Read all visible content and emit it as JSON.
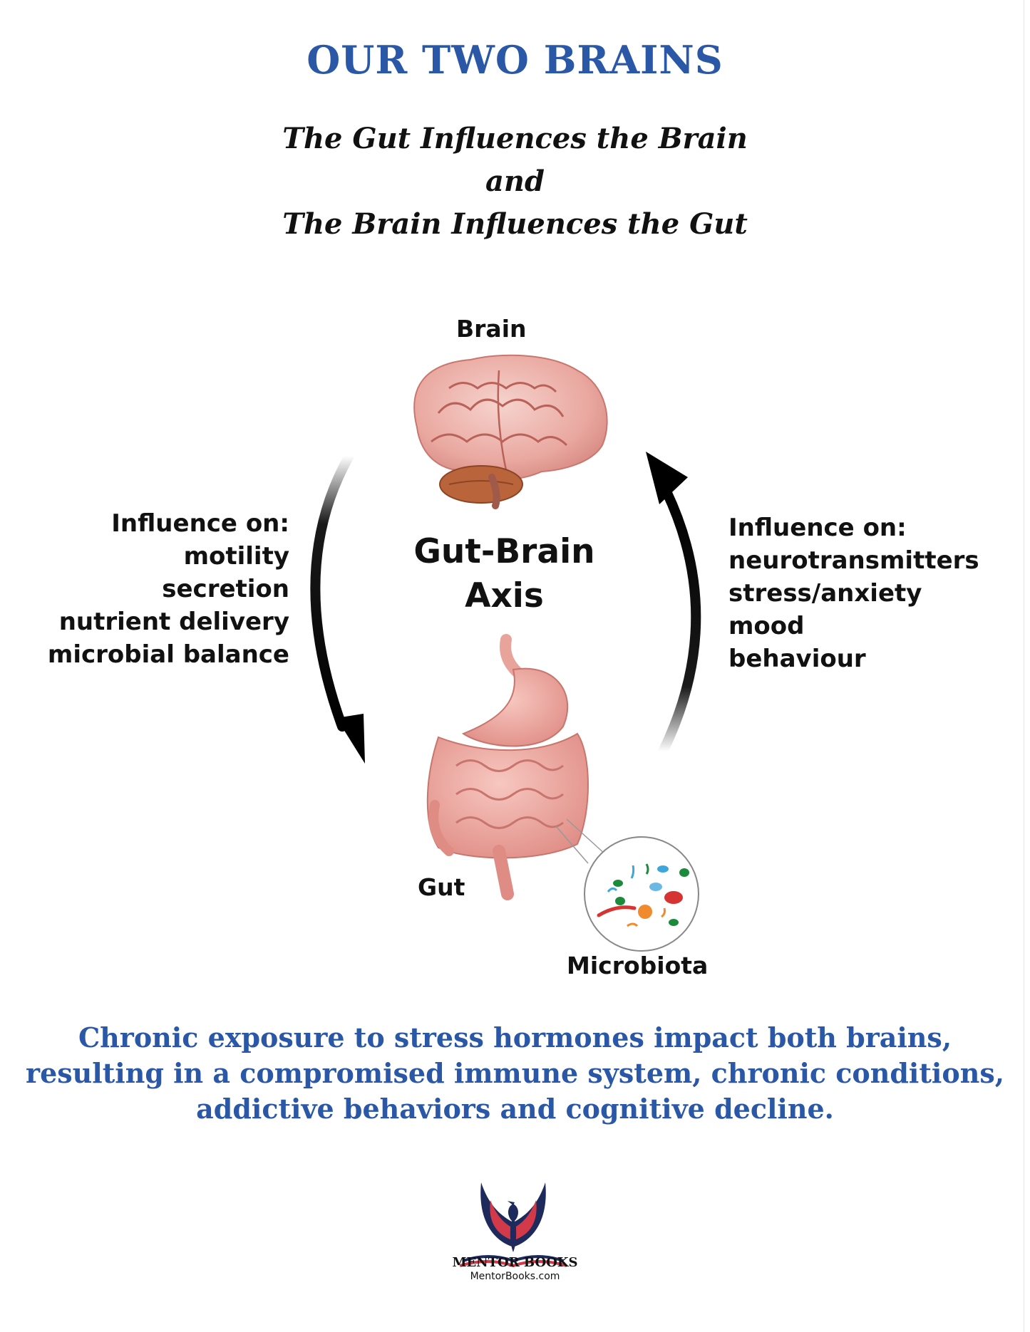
{
  "title": "OUR TWO BRAINS",
  "subtitle": [
    "The Gut Influences the Brain",
    "and",
    "The Brain Influences the Gut"
  ],
  "diagram": {
    "brain_label": "Brain",
    "center_label": [
      "Gut-Brain",
      "Axis"
    ],
    "gut_label": "Gut",
    "microbiota_label": "Microbiota",
    "left_influence": [
      "Influence on:",
      "motility",
      "secretion",
      "nutrient delivery",
      "microbial balance"
    ],
    "right_influence": [
      "Influence on:",
      "neurotransmitters",
      "stress/anxiety",
      "mood",
      "behaviour"
    ]
  },
  "footer": [
    "Chronic exposure to stress hormones impact both brains,",
    "resulting in a compromised immune system, chronic conditions,",
    "addictive behaviors and cognitive decline."
  ],
  "brand": {
    "name": "MENTOR BOOKS",
    "url": "MentorBooks.com"
  },
  "colors": {
    "accent": "#2a58a6",
    "text": "#111111",
    "organ": "#e89a90",
    "logo_red": "#d23a4a",
    "logo_navy": "#1f2a5c"
  },
  "icons": {
    "brain": "brain-icon",
    "gut": "gut-icon",
    "microbiota": "microbiota-icon",
    "logo": "phoenix-book-logo"
  }
}
